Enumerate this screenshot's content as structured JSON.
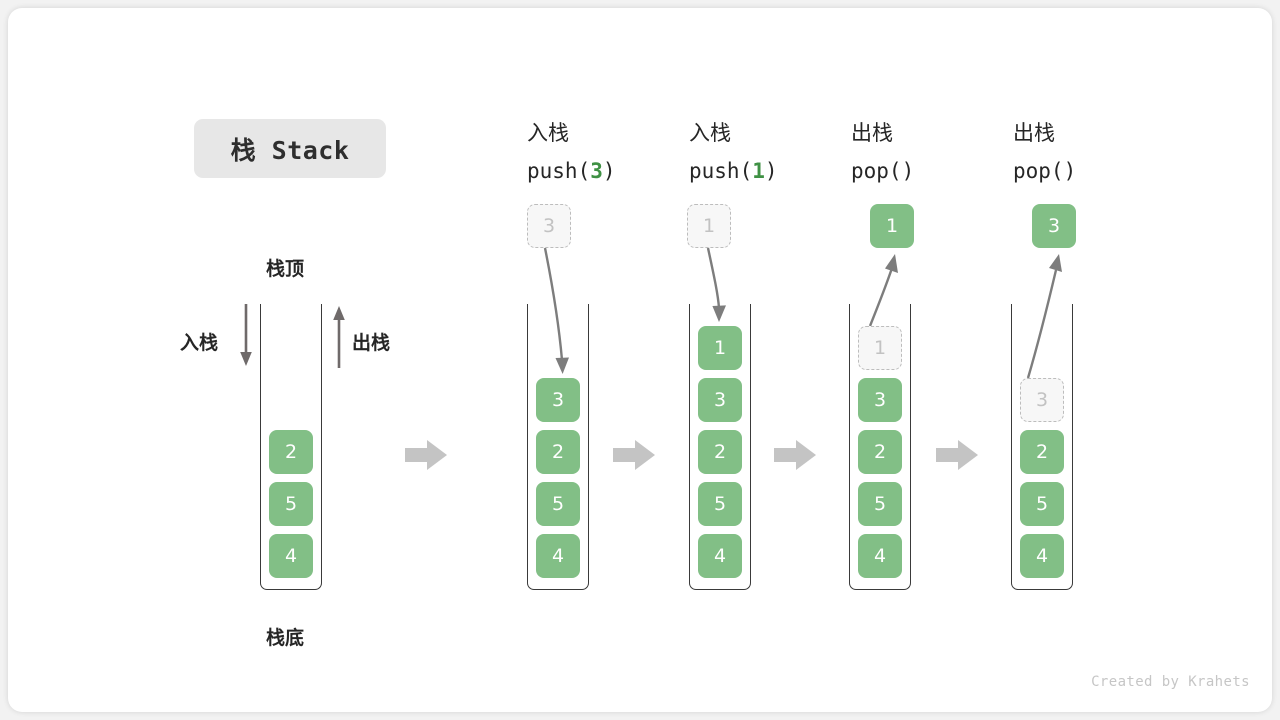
{
  "title": {
    "chip_label": "栈 Stack"
  },
  "legend": {
    "top_label": "栈顶",
    "bottom_label": "栈底",
    "push_label": "入栈",
    "pop_label": "出栈"
  },
  "colors": {
    "node_green": "#82bf86",
    "accent_green": "#3f9144",
    "ghost_fill": "#f7f7f7",
    "ghost_border": "#bdbdbd",
    "frame_stroke": "#3a3a3a",
    "chevron_gray": "#c4c4c4",
    "arrow_gray": "#7d7d7d",
    "chip_bg": "#e7e7e7",
    "text_dark": "#262626",
    "credit_gray": "#c6c6c6"
  },
  "initial_stack": {
    "values": [
      "2",
      "5",
      "4"
    ]
  },
  "steps": [
    {
      "id": "push-3",
      "op_label": "入栈",
      "call_prefix": "push(",
      "call_arg": "3",
      "call_suffix": ")",
      "floating_node": {
        "value": "3",
        "style": "ghost"
      },
      "arrow": "down",
      "stack": [
        {
          "value": "3",
          "style": "solid"
        },
        {
          "value": "2",
          "style": "solid"
        },
        {
          "value": "5",
          "style": "solid"
        },
        {
          "value": "4",
          "style": "solid"
        }
      ]
    },
    {
      "id": "push-1",
      "op_label": "入栈",
      "call_prefix": "push(",
      "call_arg": "1",
      "call_suffix": ")",
      "floating_node": {
        "value": "1",
        "style": "ghost"
      },
      "arrow": "down",
      "stack": [
        {
          "value": "1",
          "style": "solid"
        },
        {
          "value": "3",
          "style": "solid"
        },
        {
          "value": "2",
          "style": "solid"
        },
        {
          "value": "5",
          "style": "solid"
        },
        {
          "value": "4",
          "style": "solid"
        }
      ]
    },
    {
      "id": "pop-1",
      "op_label": "出栈",
      "call_prefix": "pop(",
      "call_arg": "",
      "call_suffix": ")",
      "floating_node": {
        "value": "1",
        "style": "solid"
      },
      "arrow": "up",
      "stack": [
        {
          "value": "1",
          "style": "ghost"
        },
        {
          "value": "3",
          "style": "solid"
        },
        {
          "value": "2",
          "style": "solid"
        },
        {
          "value": "5",
          "style": "solid"
        },
        {
          "value": "4",
          "style": "solid"
        }
      ]
    },
    {
      "id": "pop-3",
      "op_label": "出栈",
      "call_prefix": "pop(",
      "call_arg": "",
      "call_suffix": ")",
      "floating_node": {
        "value": "3",
        "style": "solid"
      },
      "arrow": "up",
      "stack": [
        {
          "value": "3",
          "style": "ghost"
        },
        {
          "value": "2",
          "style": "solid"
        },
        {
          "value": "5",
          "style": "solid"
        },
        {
          "value": "4",
          "style": "solid"
        }
      ]
    }
  ],
  "separators": [
    "chevron-right-icon",
    "chevron-right-icon",
    "chevron-right-icon",
    "chevron-right-icon"
  ],
  "credit": "Created by Krahets"
}
